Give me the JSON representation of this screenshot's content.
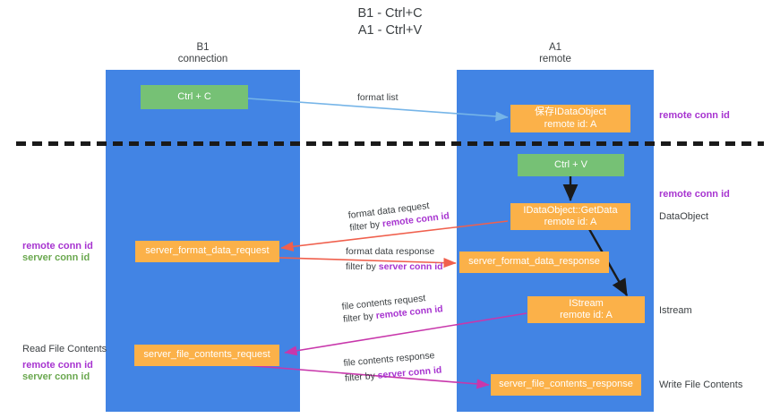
{
  "title": {
    "line1": "B1 - Ctrl+C",
    "line2": "A1 - Ctrl+V"
  },
  "lanes": [
    {
      "id": "b1",
      "name": "B1",
      "role": "connection",
      "color": "#4284e4"
    },
    {
      "id": "a1",
      "name": "A1",
      "role": "remote",
      "color": "#4284e4"
    }
  ],
  "nodes": {
    "ctrl_c": {
      "label": "Ctrl + C",
      "color": "#76c175"
    },
    "idataobject_top": {
      "line1": "保存IDataObject",
      "line2": "remote id: A",
      "color": "#fbb149"
    },
    "ctrl_v": {
      "label": "Ctrl + V",
      "color": "#76c175"
    },
    "getdata": {
      "line1": "IDataObject::GetData",
      "line2": "remote id: A",
      "color": "#fbb149"
    },
    "server_format_data_request": {
      "label": "server_format_data_request",
      "color": "#fbb149"
    },
    "server_format_data_response": {
      "label": "server_format_data_response",
      "color": "#fbb149"
    },
    "istream": {
      "line1": "IStream",
      "line2": "remote id: A",
      "color": "#fbb149"
    },
    "server_file_contents_request": {
      "label": "server_file_contents_request",
      "color": "#fbb149"
    },
    "server_file_contents_response": {
      "label": "server_file_contents_response",
      "color": "#fbb149"
    }
  },
  "side_labels": {
    "right_remote_conn_id_1": "remote conn id",
    "right_remote_conn_id_2": "remote conn id",
    "right_dataobject": "DataObject",
    "right_istream": "Istream",
    "right_write_file_contents": "Write File Contents",
    "left_remote_conn_id_1": "remote conn id",
    "left_server_conn_id_1": "server conn id",
    "left_read_file_contents": "Read File Contents",
    "left_remote_conn_id_2": "remote conn id",
    "left_server_conn_id_2": "server conn id"
  },
  "edges": [
    {
      "id": "format-list",
      "from": "ctrl_c",
      "to": "idataobject_top",
      "color": "#76b5e8",
      "label_line1": "format list",
      "label_line2": "",
      "label_line2_highlight": ""
    },
    {
      "id": "ctrlv-to-getdata",
      "from": "ctrl_v",
      "to": "getdata",
      "color": "#1a1a1a",
      "label_line1": "",
      "label_line2": "",
      "label_line2_highlight": ""
    },
    {
      "id": "format-data-request",
      "from": "getdata",
      "to": "server_format_data_request",
      "color": "#f0604d",
      "label_line1": "format data request",
      "label_line2_prefix": "filter by ",
      "label_line2_highlight": "remote conn id",
      "highlight_color": "#a734d0"
    },
    {
      "id": "format-data-response",
      "from": "server_format_data_request",
      "to": "server_format_data_response",
      "color": "#f0604d",
      "label_line1": "format data response",
      "label_line2_prefix": "filter by ",
      "label_line2_highlight": "server conn id",
      "highlight_color": "#a734d0"
    },
    {
      "id": "getdata-to-istream",
      "from": "getdata",
      "to": "istream",
      "color": "#1a1a1a",
      "label_line1": "",
      "label_line2": "",
      "label_line2_highlight": ""
    },
    {
      "id": "file-contents-request",
      "from": "istream",
      "to": "server_file_contents_request",
      "color": "#c837ab",
      "label_line1": "file contents request",
      "label_line2_prefix": "filter by ",
      "label_line2_highlight": "remote conn id",
      "highlight_color": "#a734d0"
    },
    {
      "id": "file-contents-response",
      "from": "server_file_contents_request",
      "to": "server_file_contents_response",
      "color": "#c837ab",
      "label_line1": "file contents response",
      "label_line2_prefix": "filter by ",
      "label_line2_highlight": "server conn id",
      "highlight_color": "#a734d0"
    }
  ],
  "divider": {
    "style": "dashed",
    "color": "#1a1a1a"
  }
}
